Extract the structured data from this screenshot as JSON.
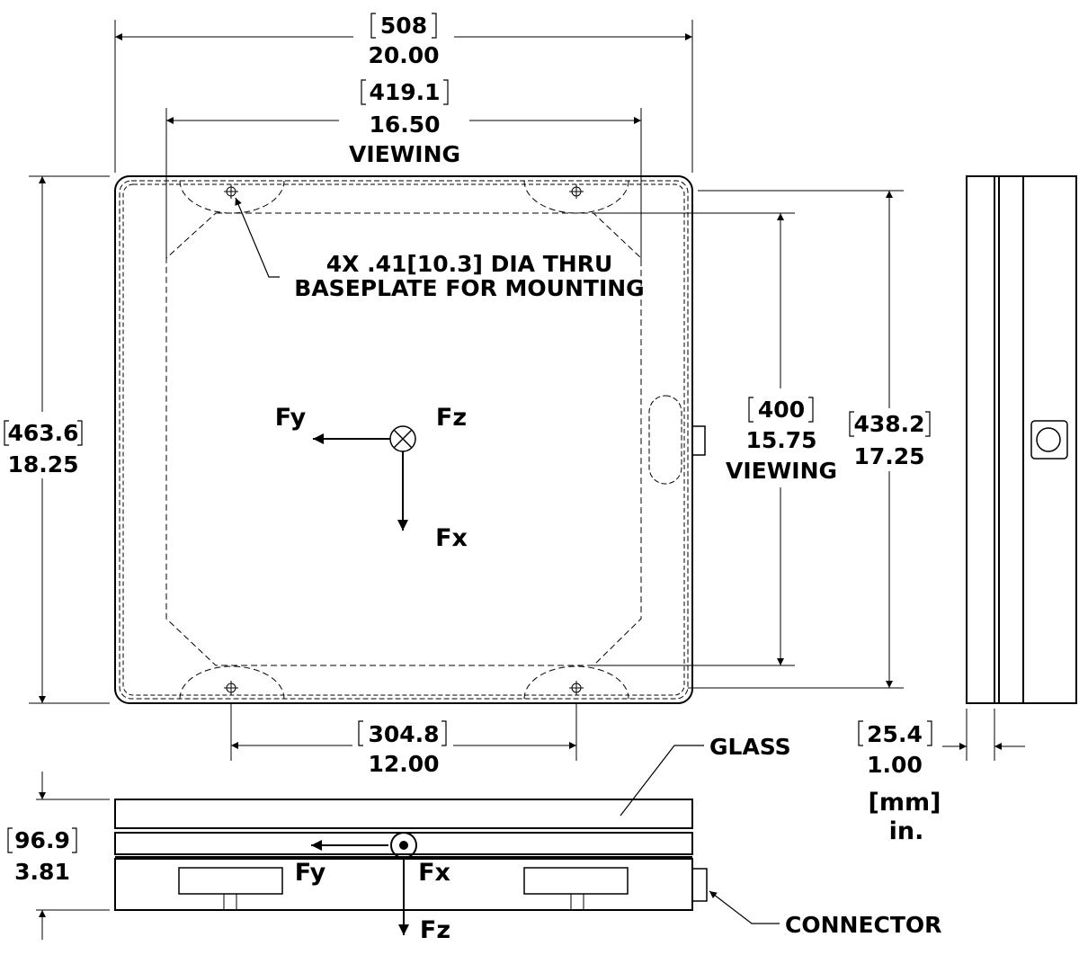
{
  "top_view": {
    "overall_width": {
      "mm": "508",
      "in": "20.00"
    },
    "viewing_width": {
      "mm": "419.1",
      "in": "16.50",
      "note": "VIEWING"
    },
    "overall_height": {
      "mm": "463.6",
      "in": "18.25"
    },
    "viewing_height": {
      "mm": "400",
      "in": "15.75",
      "note": "VIEWING"
    },
    "mount_height": {
      "mm": "438.2",
      "in": "17.25"
    },
    "hole_spacing": {
      "mm": "304.8",
      "in": "12.00"
    },
    "hole_note": [
      "4X .41[10.3] DIA THRU",
      "BASEPLATE FOR MOUNTING"
    ],
    "forces": {
      "fy": "Fy",
      "fz": "Fz",
      "fx": "Fx"
    }
  },
  "side_view": {
    "thickness": {
      "mm": "25.4",
      "in": "1.00"
    },
    "units": {
      "mm": "[mm]",
      "in": "in."
    }
  },
  "front_view": {
    "height": {
      "mm": "96.9",
      "in": "3.81"
    },
    "glass_label": "GLASS",
    "connector_label": "CONNECTOR",
    "forces": {
      "fy": "Fy",
      "fx": "Fx",
      "fz": "Fz"
    }
  }
}
